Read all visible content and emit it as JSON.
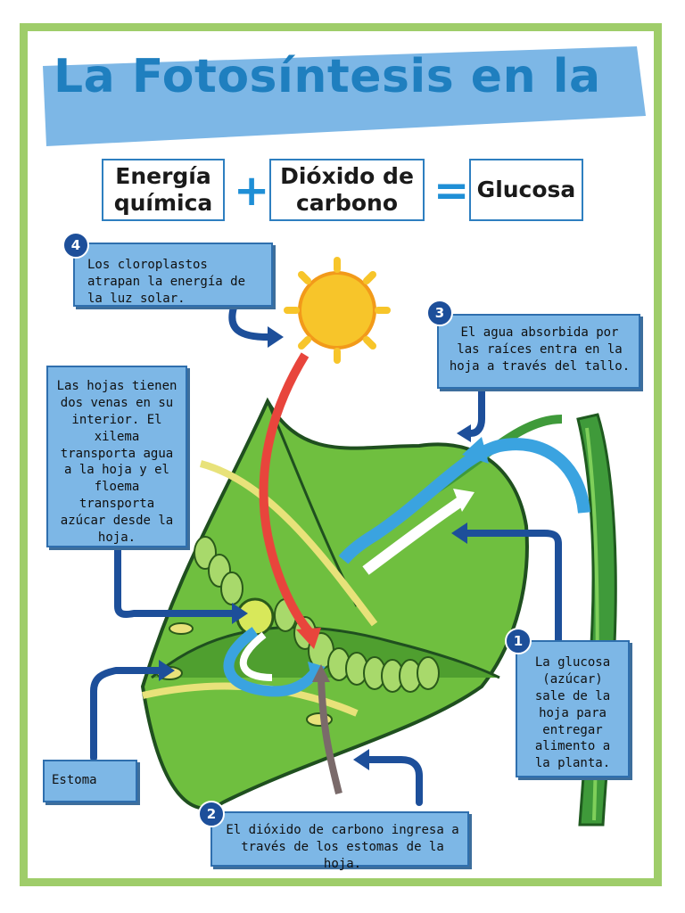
{
  "title": "La Fotosíntesis en la",
  "equation": {
    "term1": "Energía química",
    "plus": "+",
    "term2": "Dióxido de carbono",
    "equals": "=",
    "result": "Glucosa"
  },
  "callouts": {
    "c4": {
      "number": "4",
      "text": "Los cloroplastos atrapan la energía de la luz solar."
    },
    "c3": {
      "number": "3",
      "text": "El agua absorbida por las raíces entra en la hoja a través del tallo."
    },
    "veins": {
      "text": "Las hojas tienen dos venas en su interior. El xilema transporta agua a la hoja y el floema transporta azúcar desde la hoja."
    },
    "c1": {
      "number": "1",
      "text": "La glucosa (azúcar) sale de la hoja para entregar alimento a la planta."
    },
    "stoma": {
      "text": "Estoma"
    },
    "c2": {
      "number": "2",
      "text": "El dióxido de carbono ingresa a través de los estomas de la hoja."
    }
  },
  "colors": {
    "frame": "#9fcd6a",
    "banner": "#7db7e6",
    "title": "#1f7fbf",
    "callout": "#7db7e6",
    "leaf": "#6fbf3f",
    "arrow_dark": "#1d4f9a",
    "light_arrow": "#e8453c",
    "water_arrow": "#3aa3e0"
  }
}
